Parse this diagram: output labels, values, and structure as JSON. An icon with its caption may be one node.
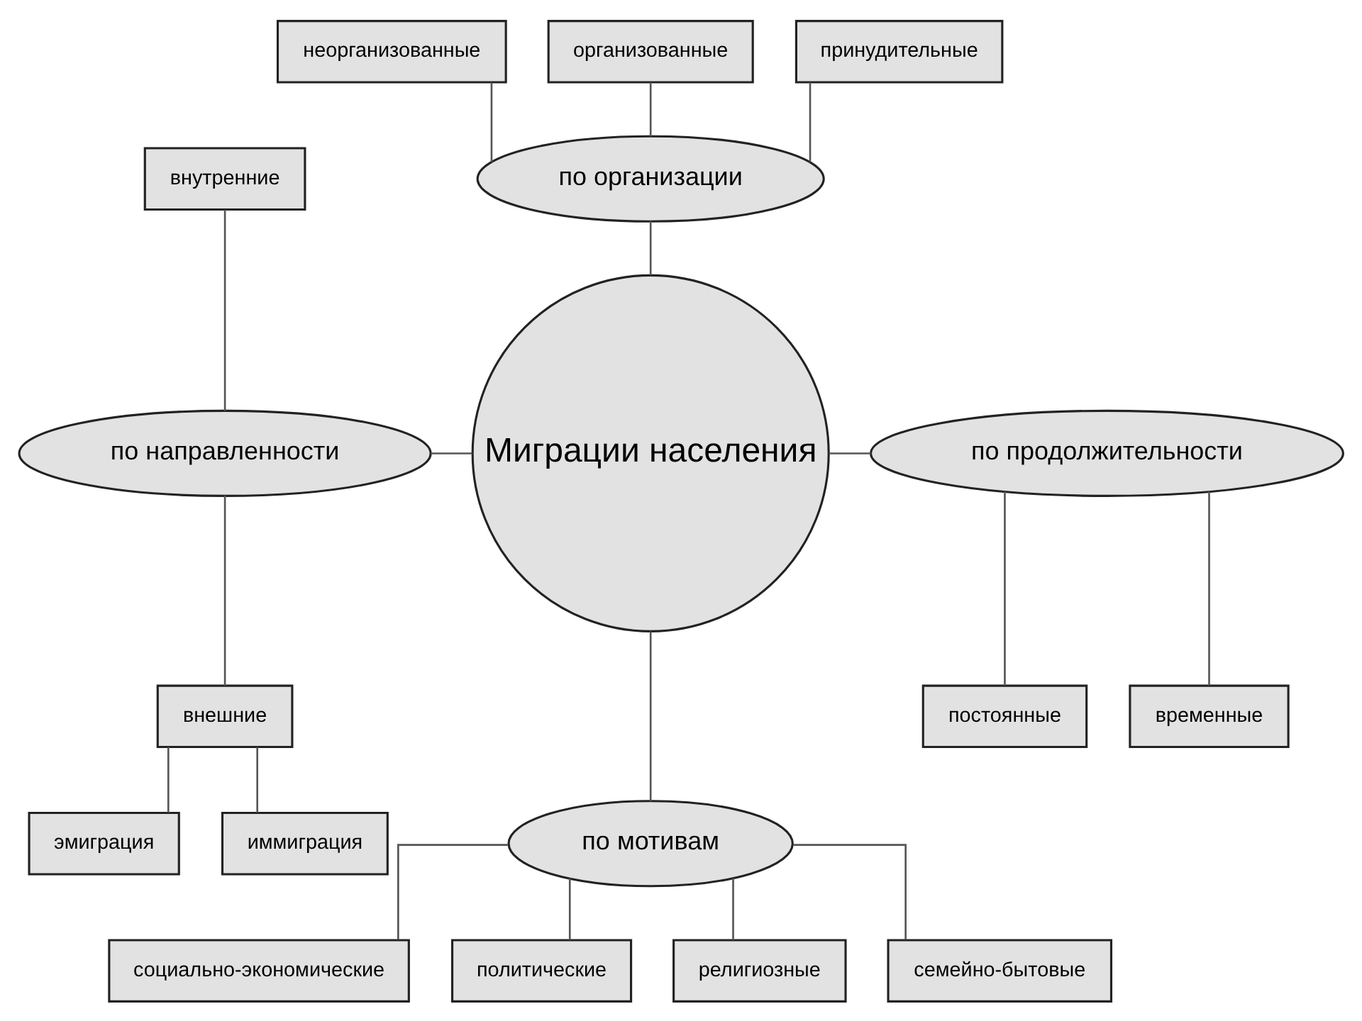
{
  "diagram": {
    "nodes": [
      {
        "text": [
          "Миграции населения"
        ]
      },
      {
        "text": [
          "по организации"
        ]
      },
      {
        "text": [
          "неорганизованные"
        ]
      },
      {
        "text": [
          "организованные"
        ]
      },
      {
        "text": [
          "принудительные"
        ]
      },
      {
        "text": [
          "по направленности"
        ]
      },
      {
        "text": [
          "внутренние"
        ]
      },
      {
        "text": [
          "внешние"
        ]
      },
      {
        "text": [
          "эмиграция"
        ]
      },
      {
        "text": [
          "иммиграция"
        ]
      },
      {
        "text": [
          "по продолжительности"
        ]
      },
      {
        "text": [
          "постоянные"
        ]
      },
      {
        "text": [
          "временные"
        ]
      },
      {
        "text": [
          "по мотивам"
        ]
      },
      {
        "text": [
          "социально-экономические"
        ]
      },
      {
        "text": [
          "политические"
        ]
      },
      {
        "text": [
          "религиозные"
        ]
      },
      {
        "text": [
          "семейно-бытовые"
        ]
      }
    ],
    "edges": [
      {
        "from": 2,
        "to": 1,
        "arrow": "none"
      },
      {
        "from": 3,
        "to": 1,
        "arrow": "none"
      },
      {
        "from": 4,
        "to": 1,
        "arrow": "none"
      },
      {
        "from": 1,
        "to": 0,
        "arrow": "none"
      },
      {
        "from": 6,
        "to": 5,
        "arrow": "none"
      },
      {
        "from": 5,
        "to": 0,
        "arrow": "none"
      },
      {
        "from": 0,
        "to": 10,
        "arrow": "none"
      },
      {
        "from": 5,
        "to": 7,
        "arrow": "none"
      },
      {
        "from": 7,
        "to": 8,
        "arrow": "none"
      },
      {
        "from": 7,
        "to": 9,
        "arrow": "none"
      },
      {
        "from": 10,
        "to": 11,
        "arrow": "none"
      },
      {
        "from": 10,
        "to": 12,
        "arrow": "none"
      },
      {
        "from": 0,
        "to": 13,
        "arrow": "none"
      },
      {
        "from": 13,
        "to": 14,
        "arrow": "none"
      },
      {
        "from": 13,
        "to": 15,
        "arrow": "none"
      },
      {
        "from": 13,
        "to": 16,
        "arrow": "none"
      },
      {
        "from": 13,
        "to": 17,
        "arrow": "none"
      }
    ]
  }
}
